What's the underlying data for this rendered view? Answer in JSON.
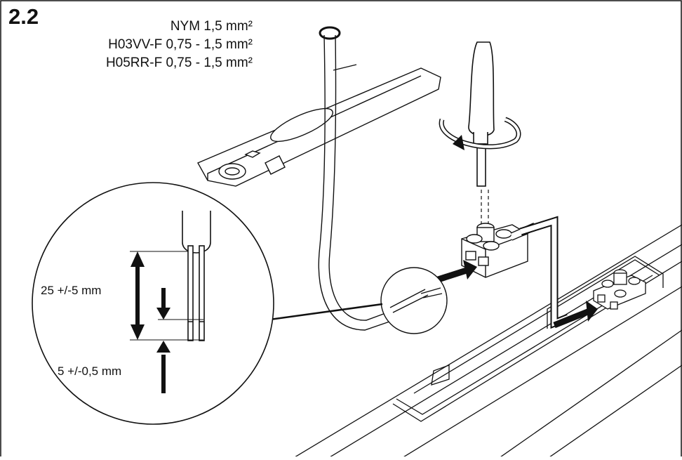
{
  "figure": {
    "step_number": "2.2",
    "cable_types": [
      "NYM 1,5 mm²",
      "H03VV-F 0,75 - 1,5 mm²",
      "H05RR-F 0,75 - 1,5 mm²"
    ],
    "dimensions": {
      "strip_length": "25 +/-5 mm",
      "tip_length": "5 +/-0,5 mm"
    }
  }
}
